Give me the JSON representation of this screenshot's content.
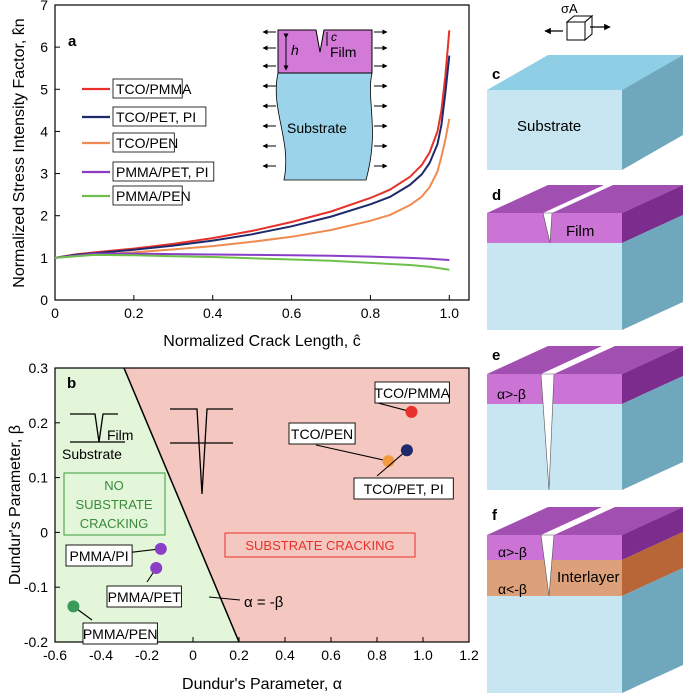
{
  "chart_data": [
    {
      "panel": "a",
      "type": "line",
      "xlabel": "Normalized Crack Length, ĉ",
      "ylabel": "Normalized Stress Intensity Factor, k̂n",
      "xlim": [
        0,
        1.05
      ],
      "ylim": [
        0,
        7
      ],
      "xticks": [
        "0",
        "0.2",
        "0.4",
        "0.6",
        "0.8",
        "1.0"
      ],
      "yticks": [
        "0",
        "1",
        "2",
        "3",
        "4",
        "5",
        "6",
        "7"
      ],
      "legend_placement": "left",
      "series": [
        {
          "name": "TCO/PMMA",
          "color": "#e8312a",
          "x": [
            0,
            0.05,
            0.1,
            0.2,
            0.3,
            0.4,
            0.5,
            0.6,
            0.7,
            0.8,
            0.85,
            0.9,
            0.93,
            0.95,
            0.97,
            0.98,
            0.99,
            1.0
          ],
          "y": [
            1.0,
            1.08,
            1.13,
            1.22,
            1.33,
            1.47,
            1.64,
            1.85,
            2.1,
            2.42,
            2.62,
            2.92,
            3.2,
            3.5,
            4.0,
            4.5,
            5.3,
            6.4
          ]
        },
        {
          "name": "TCO/PET, PI",
          "color": "#1f2a6b",
          "x": [
            0,
            0.05,
            0.1,
            0.2,
            0.3,
            0.4,
            0.5,
            0.6,
            0.7,
            0.8,
            0.85,
            0.9,
            0.93,
            0.95,
            0.97,
            0.98,
            0.99,
            1.0
          ],
          "y": [
            1.0,
            1.07,
            1.11,
            1.19,
            1.29,
            1.41,
            1.56,
            1.75,
            1.98,
            2.27,
            2.45,
            2.73,
            2.98,
            3.25,
            3.7,
            4.15,
            4.9,
            5.8
          ]
        },
        {
          "name": "TCO/PEN",
          "color": "#ef8a50",
          "x": [
            0,
            0.05,
            0.1,
            0.2,
            0.3,
            0.4,
            0.5,
            0.6,
            0.7,
            0.8,
            0.85,
            0.9,
            0.93,
            0.95,
            0.97,
            0.98,
            0.99,
            1.0
          ],
          "y": [
            1.0,
            1.05,
            1.08,
            1.13,
            1.2,
            1.28,
            1.38,
            1.5,
            1.66,
            1.88,
            2.02,
            2.25,
            2.45,
            2.68,
            3.05,
            3.4,
            3.8,
            4.3
          ]
        },
        {
          "name": "PMMA/PET, PI",
          "color": "#8a3ec8",
          "x": [
            0,
            0.1,
            0.2,
            0.3,
            0.4,
            0.5,
            0.6,
            0.7,
            0.8,
            0.9,
            0.95,
            1.0
          ],
          "y": [
            1.0,
            1.1,
            1.1,
            1.09,
            1.08,
            1.07,
            1.06,
            1.05,
            1.03,
            1.0,
            0.98,
            0.95
          ]
        },
        {
          "name": "PMMA/PEN",
          "color": "#6ec04a",
          "x": [
            0,
            0.1,
            0.2,
            0.3,
            0.4,
            0.5,
            0.6,
            0.7,
            0.8,
            0.9,
            0.95,
            1.0
          ],
          "y": [
            1.0,
            1.07,
            1.06,
            1.04,
            1.02,
            0.99,
            0.96,
            0.93,
            0.88,
            0.83,
            0.79,
            0.72
          ]
        }
      ],
      "inset": {
        "film": "Film",
        "substrate": "Substrate",
        "h": "h",
        "c": "c"
      }
    },
    {
      "panel": "b",
      "type": "scatter",
      "xlabel": "Dundur's Parameter, α",
      "ylabel": "Dundur's Parameter, β",
      "xlim": [
        -0.6,
        1.2
      ],
      "ylim": [
        -0.2,
        0.3
      ],
      "xticks": [
        "-0.6",
        "-0.4",
        "-0.2",
        "0",
        "0.2",
        "0.4",
        "0.6",
        "0.8",
        "1.0",
        "1.2"
      ],
      "yticks": [
        "-0.2",
        "-0.1",
        "0",
        "0.1",
        "0.2",
        "0.3"
      ],
      "boundary_label": "α = -β",
      "region_no": "NO\nSUBSTRATE\nCRACKING",
      "region_yes": "SUBSTRATE CRACKING",
      "region_no_color": "#e3f6da",
      "region_yes_color": "#f4c8c0",
      "sketch_film": "Film",
      "sketch_substrate": "Substrate",
      "points": [
        {
          "name": "TCO/PMMA",
          "x": 0.95,
          "y": 0.22,
          "color": "#e8312a"
        },
        {
          "name": "TCO/PEN",
          "x": 0.85,
          "y": 0.13,
          "color": "#f19a3e"
        },
        {
          "name": "TCO/PET, PI",
          "x": 0.93,
          "y": 0.15,
          "color": "#1f2a6b"
        },
        {
          "name": "PMMA/PI",
          "x": -0.14,
          "y": -0.03,
          "color": "#8a3ec8"
        },
        {
          "name": "PMMA/PET",
          "x": -0.16,
          "y": -0.065,
          "color": "#8a3ec8"
        },
        {
          "name": "PMMA/PEN",
          "x": -0.52,
          "y": -0.135,
          "color": "#3a9a5a"
        }
      ]
    }
  ],
  "panels": {
    "c": {
      "letter": "c",
      "label": "Substrate",
      "stress": "σA"
    },
    "d": {
      "letter": "d",
      "label": "Film"
    },
    "e": {
      "letter": "e",
      "label": "α>-β"
    },
    "f": {
      "letter": "f",
      "label1": "α>-β",
      "label2": "α<-β",
      "interlayer": "Interlayer"
    }
  }
}
